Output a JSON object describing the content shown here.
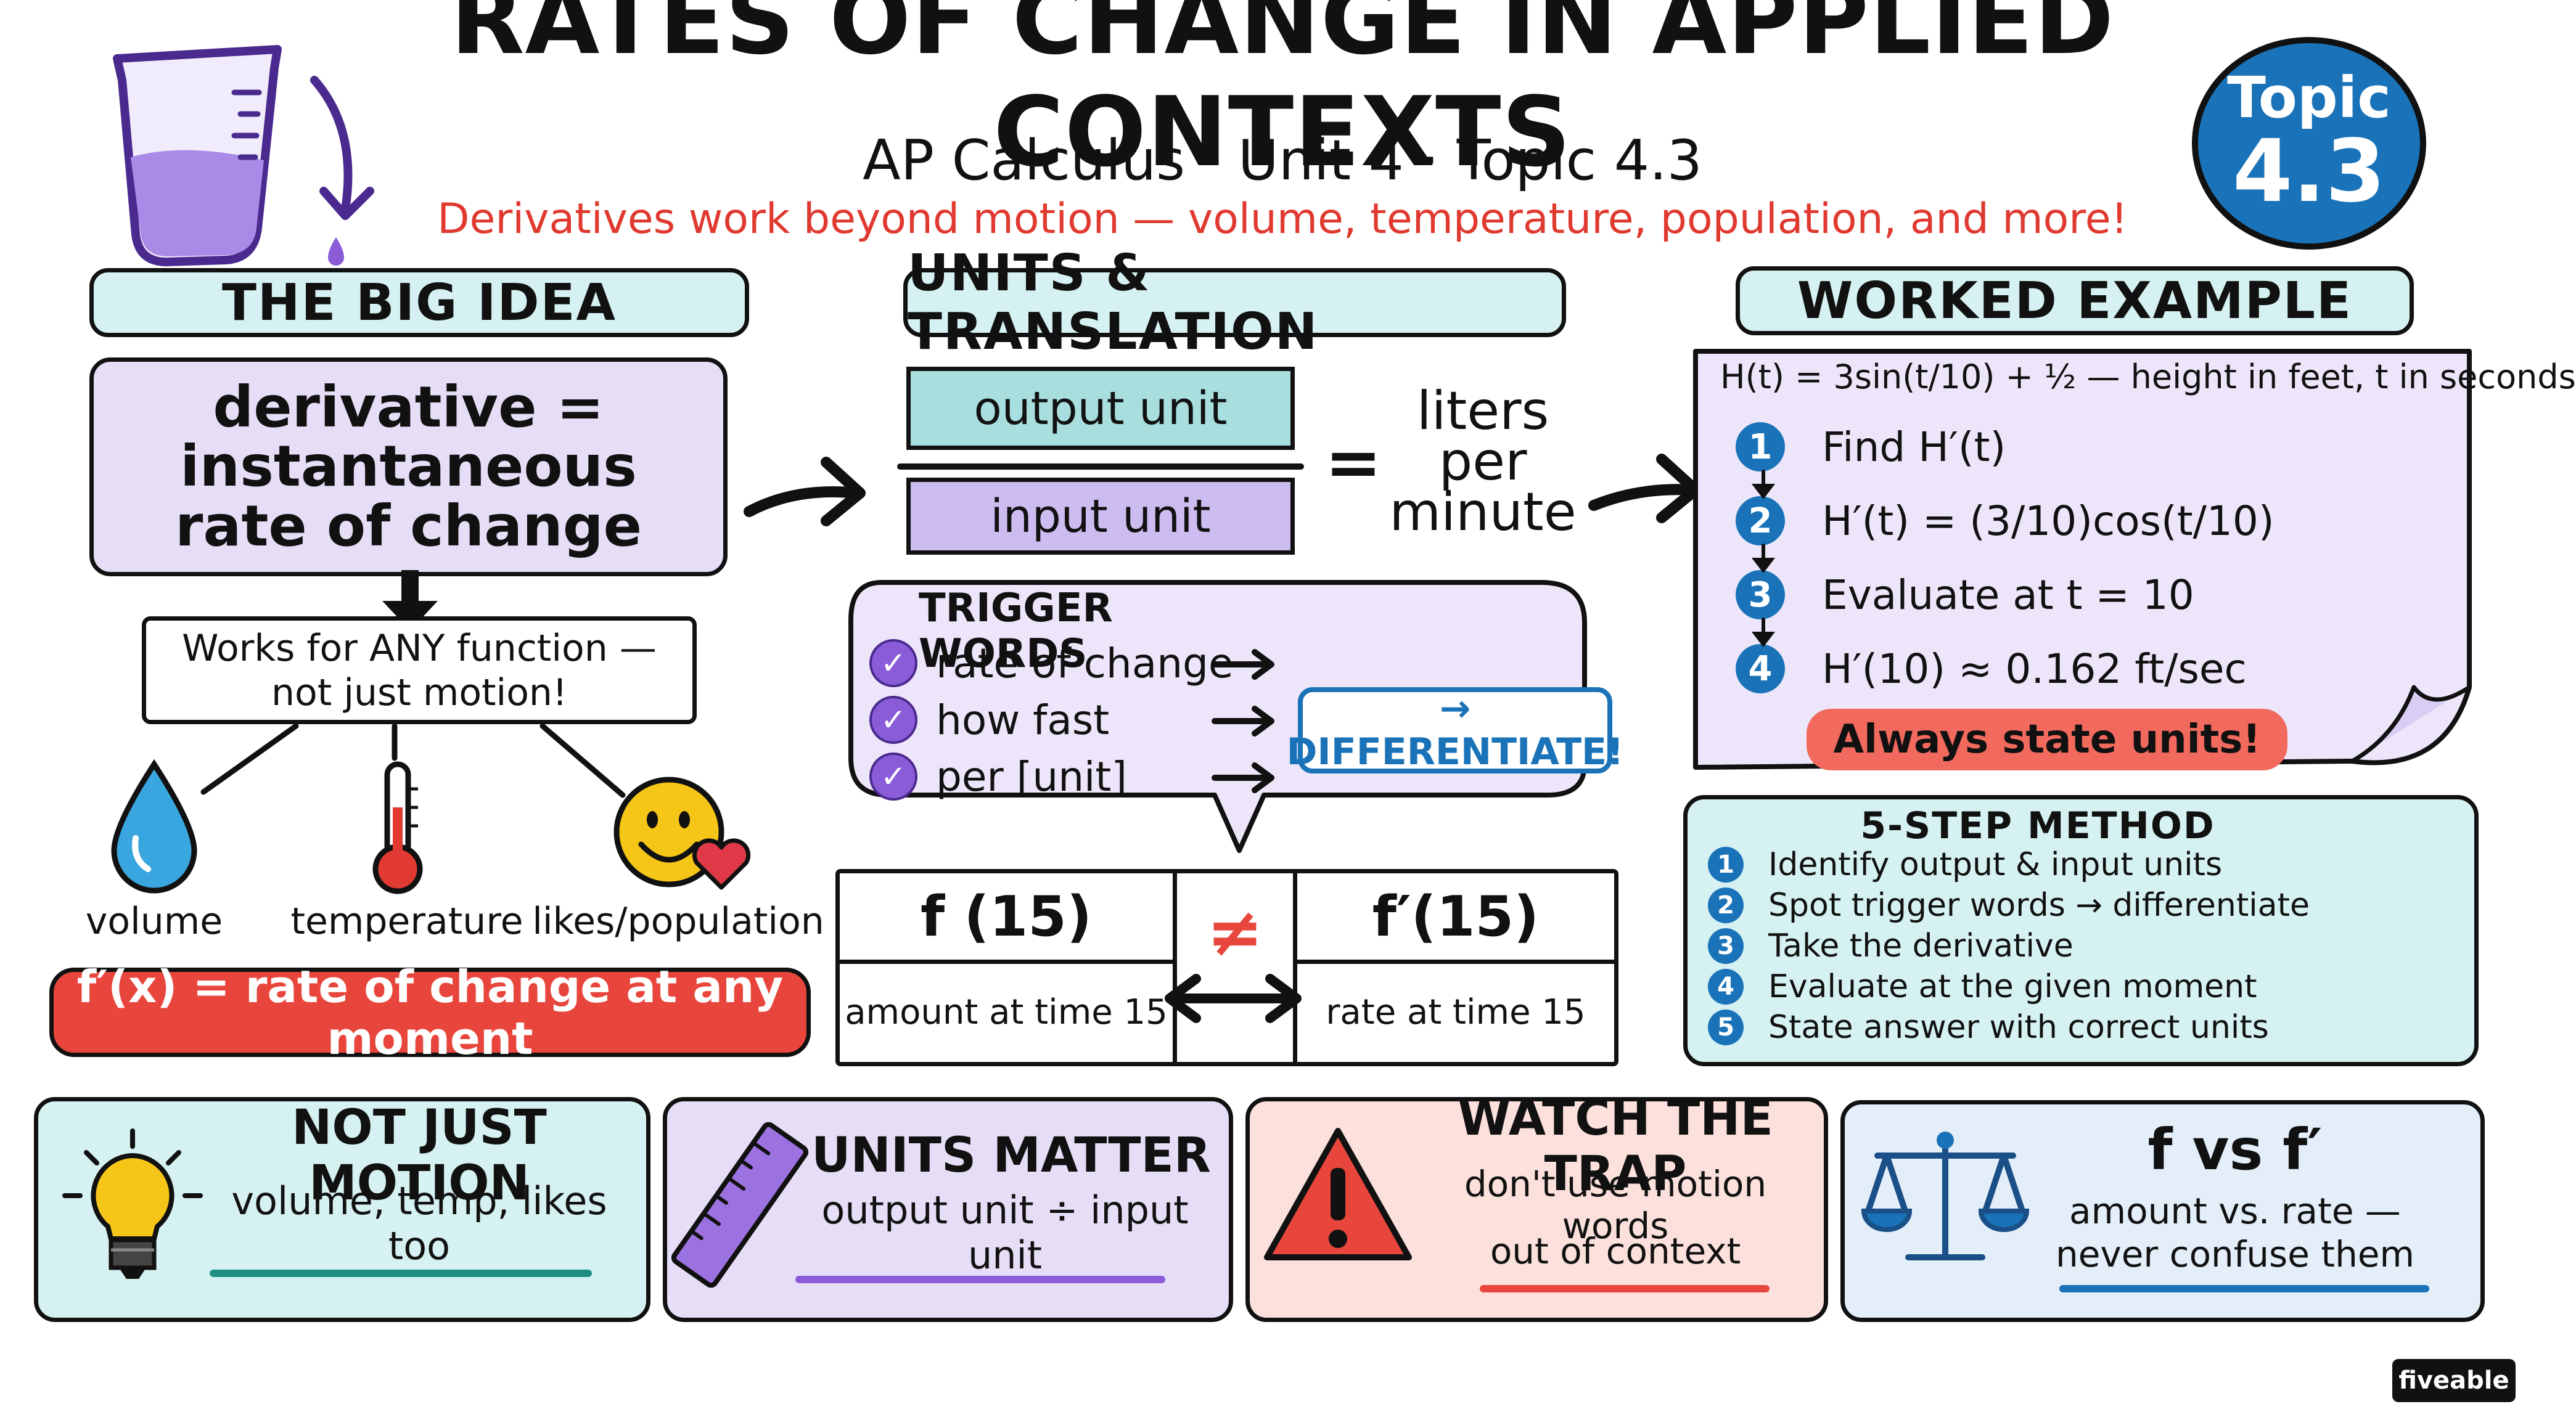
{
  "header": {
    "title": "RATES OF CHANGE IN APPLIED CONTEXTS",
    "subtitle": "AP Calculus · Unit 4 · Topic 4.3",
    "tagline": "Derivatives work beyond motion — volume, temperature, population, and more!",
    "topic_badge_word": "Topic",
    "topic_badge_number": "4.3"
  },
  "big_idea": {
    "heading": "THE BIG IDEA",
    "line1": "derivative =",
    "line2": "instantaneous",
    "line3": "rate of change",
    "note_line1": "Works for ANY function —",
    "note_line2": "not just motion!",
    "examples": [
      "volume",
      "temperature",
      "likes/population"
    ],
    "banner": "f′(x) = rate of change at any moment"
  },
  "units": {
    "heading": "UNITS & TRANSLATION",
    "numerator": "output unit",
    "denominator": "input unit",
    "equals": "=",
    "result_line1": "liters",
    "result_line2": "per",
    "result_line3": "minute",
    "trigger_title": "TRIGGER WORDS",
    "triggers": [
      "rate of change",
      "how fast",
      "per [unit]"
    ],
    "differentiate": "→ DIFFERENTIATE!",
    "compare_left_title": "f (15)",
    "compare_left_desc": "amount at time 15",
    "compare_neq": "≠",
    "compare_right_title": "f′(15)",
    "compare_right_desc": "rate at time 15"
  },
  "worked_example": {
    "heading": "WORKED EXAMPLE",
    "function_line": "H(t) = 3sin(t/10) + ½ — height in feet, t in seconds",
    "steps": [
      {
        "num": "1",
        "text": "Find H′(t)"
      },
      {
        "num": "2",
        "text": "H′(t) = (3/10)cos(t/10)"
      },
      {
        "num": "3",
        "text": "Evaluate at t = 10"
      },
      {
        "num": "4",
        "text": "H′(10) ≈ 0.162 ft/sec"
      }
    ],
    "reminder": "Always state units!"
  },
  "method": {
    "title": "5-STEP METHOD",
    "steps": [
      {
        "num": "1",
        "text": "Identify output & input units"
      },
      {
        "num": "2",
        "text": "Spot trigger words → differentiate"
      },
      {
        "num": "3",
        "text": "Take the derivative"
      },
      {
        "num": "4",
        "text": "Evaluate at the given moment"
      },
      {
        "num": "5",
        "text": "State answer with correct units"
      }
    ]
  },
  "tips": [
    {
      "title": "NOT JUST MOTION",
      "line1": "volume, temp, likes too",
      "line2": ""
    },
    {
      "title": "UNITS MATTER",
      "line1": "output unit ÷ input unit",
      "line2": ""
    },
    {
      "title": "WATCH THE TRAP",
      "line1": "don't use motion words",
      "line2": "out of context"
    },
    {
      "title": "f vs f′",
      "line1": "amount vs. rate —",
      "line2": "never confuse them"
    }
  ],
  "footer_logo": "fiveable",
  "colors": {
    "mint": "#d6f1f1",
    "lavender": "#e6ddf7",
    "purple": "#8a5cd8",
    "red": "#e8463c",
    "blue": "#1a73b8",
    "teal": "#1f8f84",
    "pale_red": "#fbe0dc",
    "pale_blue": "#e3eef9",
    "yellow": "#f5c518"
  }
}
